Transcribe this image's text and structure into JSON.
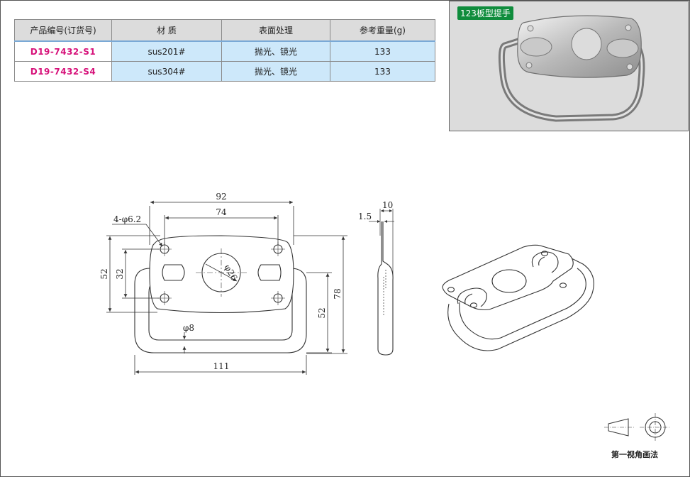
{
  "table": {
    "headers": [
      "产品编号(订货号)",
      "材  质",
      "表面处理",
      "参考重量(g)"
    ],
    "rows": [
      {
        "code": "D19-7432-S1",
        "material": "sus201#",
        "finish": "抛光、镜光",
        "weight": "133"
      },
      {
        "code": "D19-7432-S4",
        "material": "sus304#",
        "finish": "抛光、镜光",
        "weight": "133"
      }
    ]
  },
  "photo": {
    "label": "123板型提手"
  },
  "drawing": {
    "front": {
      "overall_width": "92",
      "hole_pitch_x": "74",
      "hole_spec": "4-φ6.2",
      "plate_height": "52",
      "hole_pitch_y": "32",
      "center_hole": "φ26",
      "handle_depth": "52",
      "overall_height": "78",
      "handle_rod": "φ8",
      "handle_width": "111"
    },
    "side": {
      "thickness": "1.5",
      "depth": "10"
    }
  },
  "projection": {
    "label": "第一视角画法"
  },
  "colors": {
    "code_text": "#d6127a",
    "value_cell": "#cde8fa",
    "header_cell": "#dcdcdc",
    "badge": "#0f8c3c"
  }
}
